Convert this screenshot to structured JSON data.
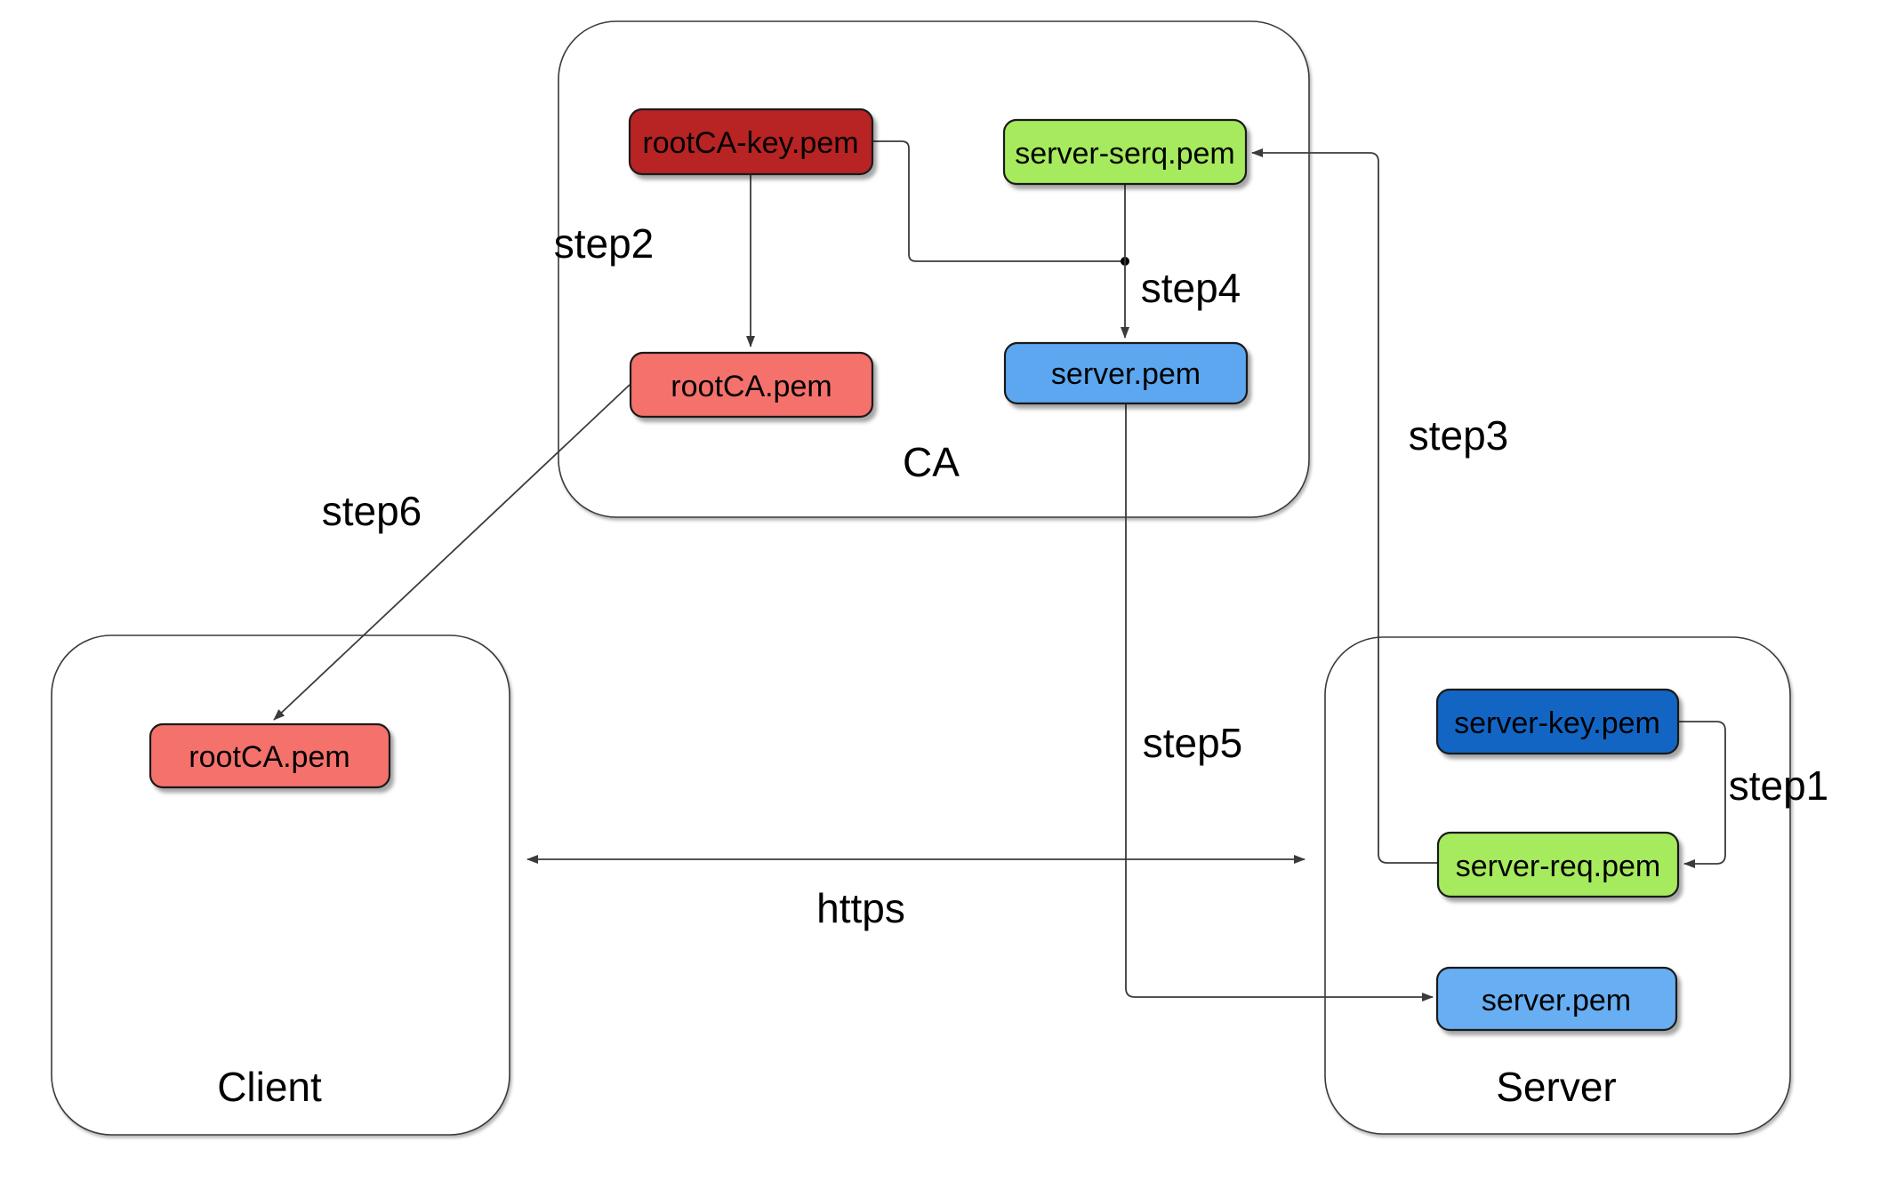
{
  "page": {
    "background": "#ffffff",
    "line_color": "#3b3b3b"
  },
  "containers": {
    "ca": {
      "label": "CA"
    },
    "client": {
      "label": "Client"
    },
    "server": {
      "label": "Server"
    }
  },
  "nodes": {
    "ca_rootca_key": {
      "label": "rootCA-key.pem",
      "fill": "#b82323"
    },
    "ca_server_serq": {
      "label": "server-serq.pem",
      "fill": "#a6ea5e"
    },
    "ca_rootca": {
      "label": "rootCA.pem",
      "fill": "#f5716c"
    },
    "ca_server_pem": {
      "label": "server.pem",
      "fill": "#5ca7f0"
    },
    "client_rootca": {
      "label": "rootCA.pem",
      "fill": "#f5716c"
    },
    "server_server_key": {
      "label": "server-key.pem",
      "fill": "#1365c4"
    },
    "server_server_req": {
      "label": "server-req.pem",
      "fill": "#a6ea5e"
    },
    "server_server_pem": {
      "label": "server.pem",
      "fill": "#68aef2"
    }
  },
  "edge_labels": {
    "step1": "step1",
    "step2": "step2",
    "step3": "step3",
    "step4": "step4",
    "step5": "step5",
    "step6": "step6",
    "https": "https"
  }
}
